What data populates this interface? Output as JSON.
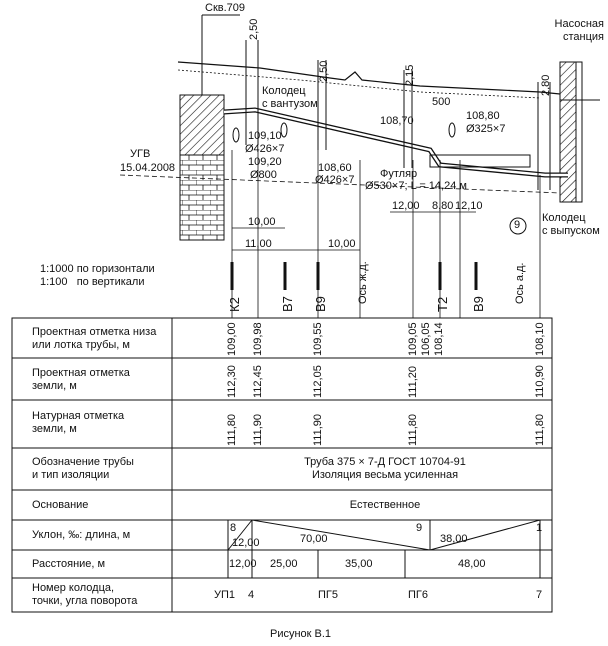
{
  "annotations": {
    "borehole": "Скв.709",
    "pump_station": "Насосная\nстанция",
    "well_air": "Колодец\nс вантузом",
    "well_outlet": "Колодец\nс выпуском",
    "ugv": "УГВ",
    "ugv_date": "15.04.2008",
    "casing_title": "Футляр",
    "casing_spec": "Ø530×7; L = 14,24 м",
    "pipe1_elev": "109,10",
    "pipe1_diam": "Ø426×7",
    "pipe1_elev2": "109,20",
    "pipe1_well": "Ø800",
    "pipe2_elev": "108,60",
    "pipe2_diam": "Ø426×7",
    "node_elev_a": "108,70",
    "node_len": "500",
    "node_elev_b": "108,80",
    "node_diam": "Ø325×7",
    "depth_1": "2,50",
    "depth_2": "2,50",
    "depth_3": "2,15",
    "depth_4": "2,80",
    "dims_row1": [
      "10,00"
    ],
    "dims_row2": [
      "11,00",
      "10,00"
    ],
    "dims_row3": [
      "12,00",
      "8,80",
      "12,10"
    ],
    "scale_h": "1:1000 по горизонтали",
    "scale_v": "1:100   по вертикали",
    "markers": [
      "К2",
      "В7",
      "В9",
      "Ось ж.д.",
      "Т2",
      "В9",
      "Ось а.д."
    ],
    "circle_marker": "9",
    "caption": "Рисунок В.1"
  },
  "table": {
    "row_labels": [
      "Проектная отметка низа\nили лотка трубы, м",
      "Проектная отметка\nземли, м",
      "Натурная отметка\nземли, м",
      "Обозначение трубы\nи тип изоляции",
      "Основание",
      "Уклон, ‰: длина, м",
      "Расстояние, м",
      "Номер колодца,\nточки, угла поворота"
    ],
    "pipe_bottom_values": [
      "109,00",
      "109,98",
      "109,55",
      "109,05",
      "106,05",
      "108,14",
      "108,10"
    ],
    "ground_design_values": [
      "112,30",
      "112,45",
      "112,05",
      "111,20",
      "110,90"
    ],
    "ground_natural_values": [
      "111,80",
      "111,90",
      "111,90",
      "111,80",
      "111,80"
    ],
    "pipe_designation": "Труба 375 × 7-Д ГОСТ 10704-91\nИзоляция весьма усиленная",
    "base": "Естественное",
    "slope_values": [
      "8",
      "9",
      "1"
    ],
    "slope_lengths": [
      "12,00",
      "70,00",
      "38,00"
    ],
    "distances": [
      "12,00",
      "25,00",
      "35,00",
      "48,00"
    ],
    "points": [
      "УП1",
      "4",
      "ПГ5",
      "ПГ6",
      "7"
    ]
  }
}
